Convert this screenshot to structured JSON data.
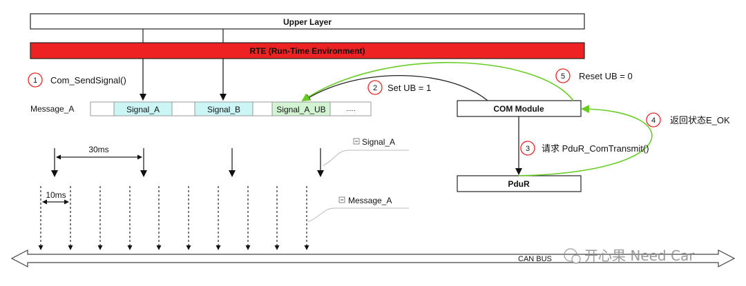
{
  "upper_layer": {
    "label": "Upper Layer"
  },
  "rte": {
    "label": "RTE  (Run-Time Environment)",
    "color": "#ee2222"
  },
  "com_module": {
    "label": "COM Module"
  },
  "pdur": {
    "label": "PduR"
  },
  "message": {
    "label": "Message_A",
    "cells": [
      "",
      "Signal_A",
      "",
      "Signal_B",
      "",
      "Signal_A_UB",
      "....."
    ]
  },
  "steps": [
    {
      "num": "1",
      "label": "Com_SendSignal()"
    },
    {
      "num": "2",
      "label": "Set UB = 1"
    },
    {
      "num": "3",
      "label": "请求 PduR_ComTransmit()"
    },
    {
      "num": "4",
      "label": "返回状态E_OK"
    },
    {
      "num": "5",
      "label": "Reset UB = 0"
    }
  ],
  "timing": {
    "period_signal": "30ms",
    "period_message": "10ms",
    "legend_signal": "Signal_A",
    "legend_message": "Message_A"
  },
  "can_bus": {
    "label": "CAN BUS"
  },
  "watermark": {
    "text": "开心果 Need Car"
  },
  "colors": {
    "signal_cell": "#ccf5f5",
    "ub_cell": "#d2f4d2",
    "green_arrow": "#66cc22",
    "step_circle": "#dd2222"
  }
}
